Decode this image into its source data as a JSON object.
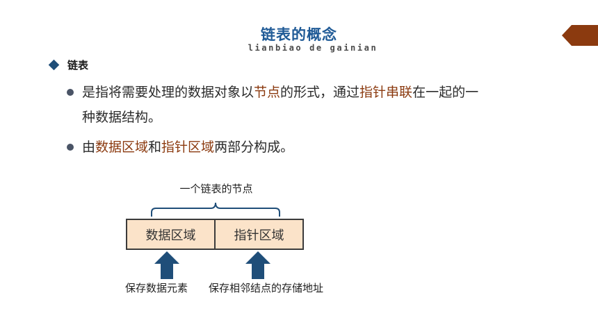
{
  "header": {
    "title": "链表的概念",
    "subtitle": "lianbiao de gainian"
  },
  "section": {
    "title": "链表"
  },
  "bullets": [
    {
      "line1_pre": "是指将需要处理的数据对象以",
      "line1_hl1": "节点",
      "line1_mid": "的形式，通过",
      "line1_hl2": "指针串联",
      "line1_post": "在一起的一",
      "line2": "种数据结构。"
    },
    {
      "pre": "由",
      "hl1": "数据区域",
      "mid": "和",
      "hl2": "指针区域",
      "post": "两部分构成。"
    }
  ],
  "diagram": {
    "node_label": "一个链表的节点",
    "cells": [
      "数据区域",
      "指针区域"
    ],
    "captions": [
      "保存数据元素",
      "保存相邻结点的存储地址"
    ]
  },
  "colors": {
    "title": "#1f5a96",
    "highlight": "#8b3a0f",
    "node_fill": "#fbe3c9",
    "arrow": "#1f4e79",
    "tab": "#8b3a0f"
  }
}
